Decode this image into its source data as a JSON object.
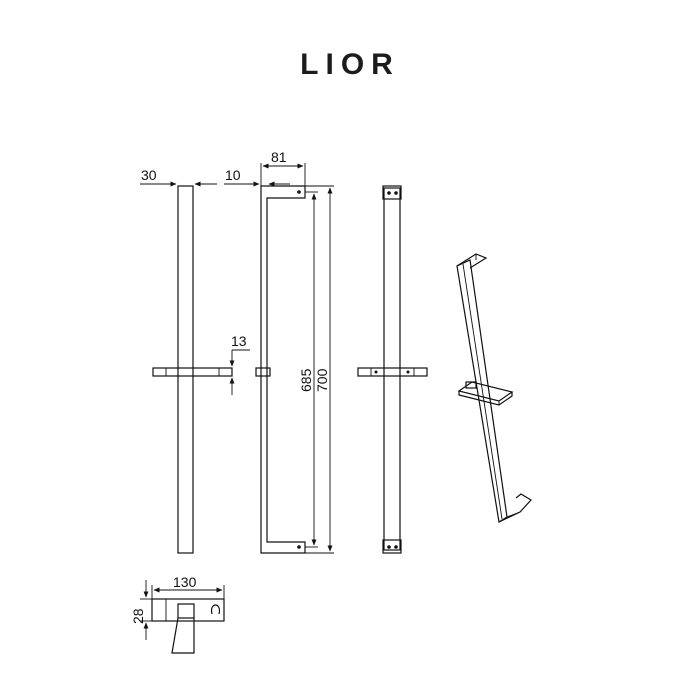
{
  "title": "LIOR",
  "dimensions": {
    "bar_width": "30",
    "wall_offset": "10",
    "depth": "81",
    "holder_thickness": "13",
    "hole_spacing": "685",
    "rail_length": "700",
    "holder_length": "130",
    "holder_depth": "28"
  }
}
